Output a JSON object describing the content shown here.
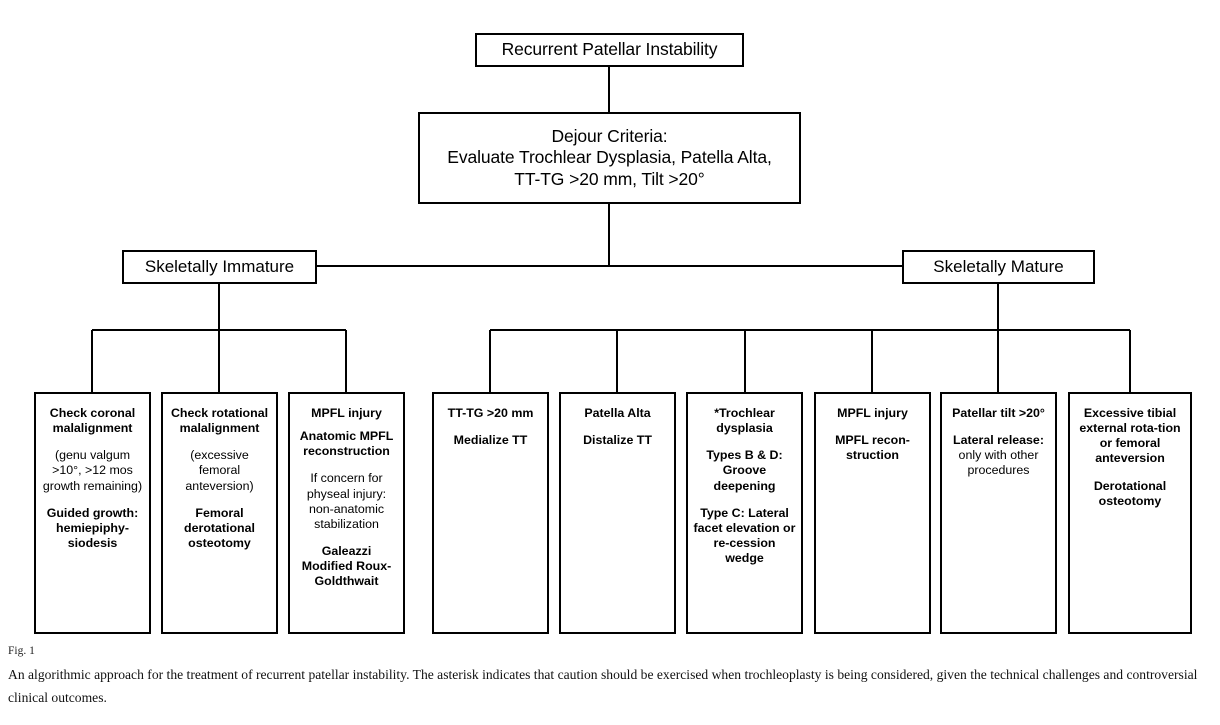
{
  "figure": {
    "label": "Fig. 1",
    "caption": "An algorithmic approach for the treatment of recurrent patellar instability. The asterisk indicates that caution should be exercised when trochleoplasty is being considered, given the technical challenges and controversial clinical outcomes."
  },
  "colors": {
    "stroke": "#000000",
    "background": "#ffffff",
    "text": "#000000"
  },
  "chart_data": {
    "type": "diagram",
    "title": "Recurrent Patellar Instability treatment algorithm",
    "orientation": "top-down"
  },
  "nodes": {
    "root": {
      "title": "Recurrent Patellar Instability"
    },
    "criteria": {
      "line1": "Dejour Criteria:",
      "line2": "Evaluate Trochlear Dysplasia, Patella Alta,",
      "line3": "TT-TG >20 mm, Tilt >20°"
    },
    "branch_left": {
      "title": "Skeletally Immature"
    },
    "branch_right": {
      "title": "Skeletally Mature"
    }
  },
  "immature_leaves": [
    {
      "id": "check-coronal-malalignment",
      "blocks": [
        {
          "style": "bold",
          "text": "Check coronal malalignment"
        },
        {
          "style": "normal",
          "text": "(genu valgum >10°, >12 mos growth remaining)"
        },
        {
          "style": "bold",
          "text": "Guided growth: hemiepiphy-siodesis"
        }
      ]
    },
    {
      "id": "check-rotational-malalignment",
      "blocks": [
        {
          "style": "bold",
          "text": "Check rotational malalignment"
        },
        {
          "style": "normal",
          "text": "(excessive femoral anteversion)"
        },
        {
          "style": "bold",
          "text": "Femoral derotational osteotomy"
        }
      ]
    },
    {
      "id": "mpfl-injury-immature",
      "blocks": [
        {
          "style": "bold",
          "text": "MPFL injury"
        },
        {
          "style": "bold",
          "text": "Anatomic MPFL reconstruction"
        },
        {
          "style": "normal",
          "text": "If concern for physeal injury: non-anatomic stabilization"
        },
        {
          "style": "bold",
          "text": "Galeazzi Modified Roux-Goldthwait"
        }
      ]
    }
  ],
  "mature_leaves": [
    {
      "id": "tt-tg-greater-20mm",
      "blocks": [
        {
          "style": "bold",
          "text": "TT-TG >20 mm"
        },
        {
          "style": "bold",
          "text": "Medialize TT"
        }
      ]
    },
    {
      "id": "patella-alta",
      "blocks": [
        {
          "style": "bold",
          "text": "Patella Alta"
        },
        {
          "style": "bold",
          "text": "Distalize TT"
        }
      ]
    },
    {
      "id": "trochlear-dysplasia",
      "blocks": [
        {
          "style": "bold",
          "text": "*Trochlear dysplasia"
        },
        {
          "style": "bold",
          "text": "Types B & D: Groove deepening"
        },
        {
          "style": "bold",
          "text": "Type C: Lateral facet elevation or re-cession wedge"
        }
      ]
    },
    {
      "id": "mpfl-injury-mature",
      "blocks": [
        {
          "style": "bold",
          "text": "MPFL injury"
        },
        {
          "style": "bold",
          "text": "MPFL recon-struction"
        }
      ]
    },
    {
      "id": "patellar-tilt",
      "blocks": [
        {
          "style": "bold",
          "text": "Patellar tilt >20°"
        },
        {
          "style": "bold",
          "text": "Lateral release:"
        },
        {
          "style": "normal",
          "text": "only with other procedures"
        }
      ]
    },
    {
      "id": "excessive-tibial-external-rotation",
      "blocks": [
        {
          "style": "bold",
          "text": "Excessive tibial external rota-tion or femoral anteversion"
        },
        {
          "style": "bold",
          "text": "Derotational osteotomy"
        }
      ]
    }
  ]
}
